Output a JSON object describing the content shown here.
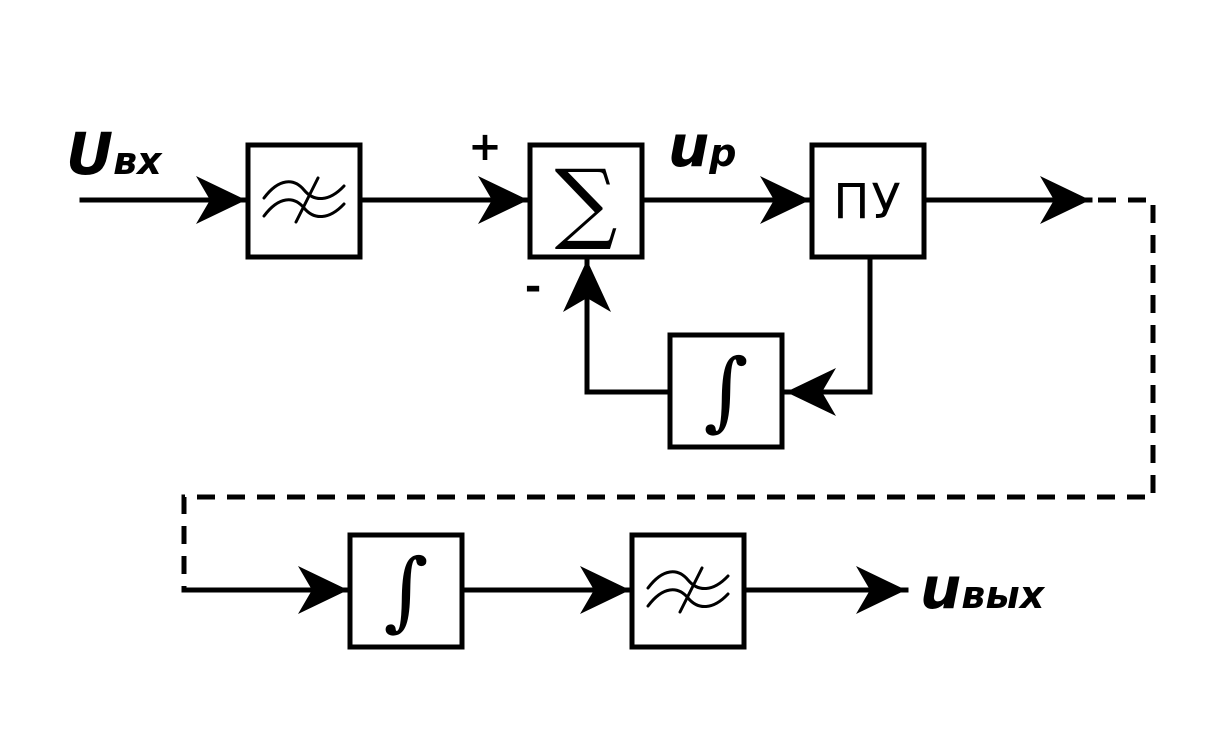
{
  "labels": {
    "input": {
      "main": "U",
      "sub": "вх"
    },
    "intermediate": {
      "main": "u",
      "sub": "р"
    },
    "output": {
      "main": "u",
      "sub": "вых"
    },
    "plus_sign": "+",
    "minus_sign": "-"
  },
  "blocks": {
    "filter_in": {
      "symbol": "filter-wave-icon"
    },
    "summator": {
      "text": "∑"
    },
    "control_device": {
      "text": "ПУ"
    },
    "feedback_integrator": {
      "text": "∫"
    },
    "output_integrator": {
      "text": "∫"
    },
    "filter_out": {
      "symbol": "filter-wave-icon"
    }
  }
}
